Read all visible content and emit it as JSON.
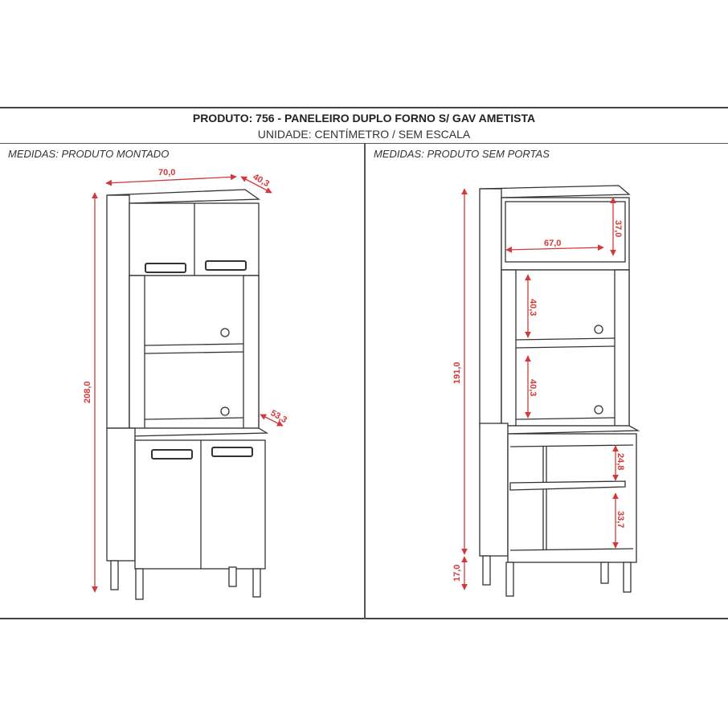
{
  "header": {
    "title": "PRODUTO: 756 - PANELEIRO DUPLO FORNO S/ GAV AMETISTA",
    "subtitle": "UNIDADE: CENTÍMETRO / SEM ESCALA"
  },
  "left_panel": {
    "label": "MEDIDAS: PRODUTO MONTADO",
    "dimensions": {
      "width": "70,0",
      "top_depth": "40,3",
      "height": "208,0",
      "base_depth": "53,3"
    }
  },
  "right_panel": {
    "label": "MEDIDAS: PRODUTO SEM PORTAS",
    "dimensions": {
      "inner_width": "67,0",
      "top_niche_height": "37,0",
      "shelf_upper_height": "40,3",
      "shelf_lower_height": "40,3",
      "body_height": "191,0",
      "base_upper_height": "24,8",
      "base_lower_height": "33,7",
      "leg_height": "17,0"
    }
  },
  "colors": {
    "dimension_red": "#d23a3a",
    "line": "#333333"
  }
}
